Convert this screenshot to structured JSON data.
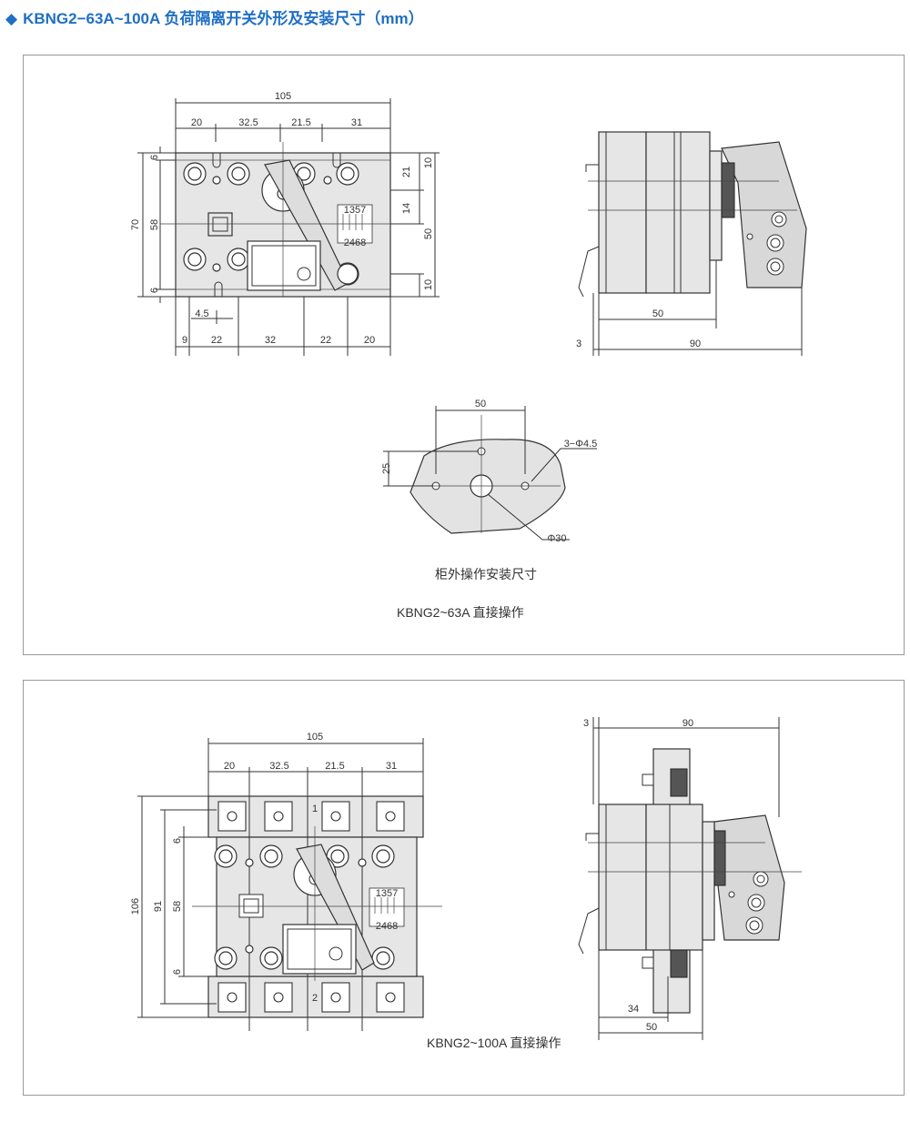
{
  "title": "KBNG2−63A~100A 负荷隔离开关外形及安装尺寸（mm）",
  "panel1": {
    "front_dims": {
      "top_total": "105",
      "top_parts": [
        "20",
        "32.5",
        "21.5",
        "31"
      ],
      "left_total": "70",
      "left_inner": "58",
      "left_top": "6",
      "left_bottom": "6",
      "right_a": "21",
      "right_b": "14",
      "right_c": "10",
      "right_total": "50",
      "right_d": "10",
      "small": "4.5",
      "bottom_parts": [
        "9",
        "22",
        "32",
        "22",
        "20"
      ],
      "switch_top": "1357",
      "switch_bottom": "2468"
    },
    "side_dims": {
      "depth_a": "50",
      "offset": "3",
      "depth_b": "90"
    },
    "mount_dims": {
      "width": "50",
      "height": "25",
      "hole": "3−Φ4.5",
      "center": "Φ30"
    },
    "mount_caption": "柜外操作安装尺寸",
    "caption": "KBNG2~63A 直接操作"
  },
  "panel2": {
    "front_dims": {
      "top_total": "105",
      "top_parts": [
        "20",
        "32.5",
        "21.5",
        "31"
      ],
      "left_total": "106",
      "left_mid": "91",
      "left_inner": "58",
      "left_top": "6",
      "left_bottom": "6",
      "label_1": "1",
      "label_2": "2",
      "switch_top": "1357",
      "switch_bottom": "2468"
    },
    "side_dims": {
      "offset": "3",
      "depth_b": "90",
      "depth_a": "34",
      "depth_c": "50"
    },
    "caption": "KBNG2~100A 直接操作"
  }
}
